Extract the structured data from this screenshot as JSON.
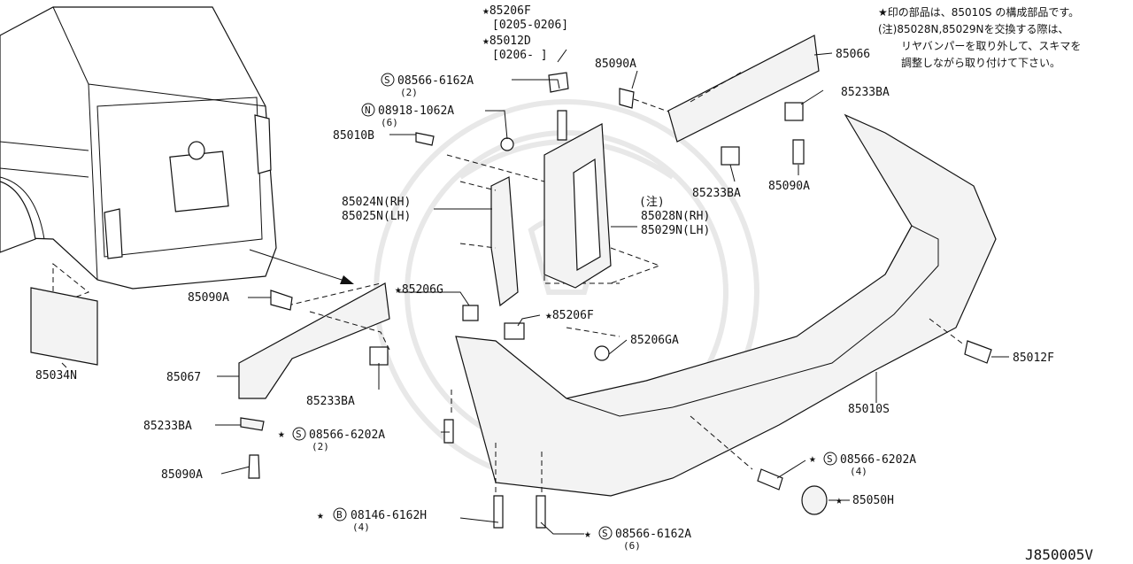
{
  "figure_code": "J850005V",
  "notes": {
    "line1": "★印の部品は、85010S の構成部品です。",
    "line2": "(注)85028N,85029Nを交換する際は、",
    "line3": "リヤバンパーを取り外して、スキマを",
    "line4": "調整しながら取り付けて下さい。"
  },
  "labels": {
    "p85206F_top": "★85206F",
    "p85206F_top_range": "[0205-0206]",
    "p85012D": "★85012D",
    "p85012D_range": "[0206-    ]",
    "p85090A_top": "85090A",
    "p85066": "85066",
    "s08566_6162A_top": "08566-6162A",
    "s08566_6162A_top_qty": "(2)",
    "n08918_1062A": "08918-1062A",
    "n08918_1062A_qty": "(6)",
    "p85010B": "85010B",
    "p85233BA_top": "85233BA",
    "p85233BA_mid": "85233BA",
    "p85090A_mid": "85090A",
    "p85024N": "85024N(RH)",
    "p85025N": "85025N(LH)",
    "note_mark": "(注)",
    "p85028N": "85028N(RH)",
    "p85029N": "85029N(LH)",
    "p85090A_left": "85090A",
    "p85206G": "★85206G",
    "p85206F_mid": "★85206F",
    "p85206GA": "85206GA",
    "p85012F": "85012F",
    "p85034N": "85034N",
    "p85067": "85067",
    "p85233BA_low": "85233BA",
    "p85010S": "85010S",
    "p85233BA_left": "85233BA",
    "s08566_6202A_left": "08566-6202A",
    "s08566_6202A_left_qty": "(2)",
    "p85090A_bottom": "85090A",
    "s08566_6202A_right": "08566-6202A",
    "s08566_6202A_right_qty": "(4)",
    "p85050H": "85050H",
    "b08146_6162H": "08146-6162H",
    "b08146_6162H_qty": "(4)",
    "s08566_6162A_bottom": "08566-6162A",
    "s08566_6162A_bottom_qty": "(6)"
  },
  "prefix_marks": {
    "star": "★",
    "S": "S",
    "N": "N",
    "B": "B"
  }
}
